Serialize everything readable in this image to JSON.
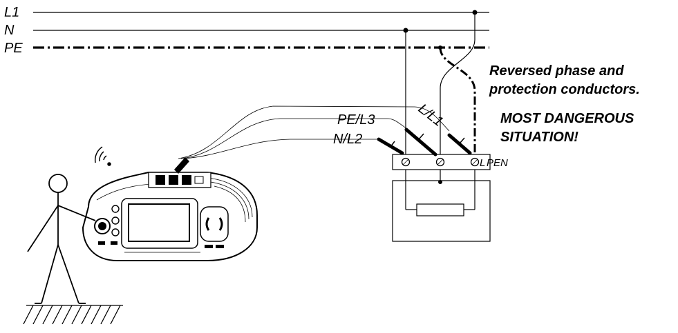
{
  "diagram": {
    "conductor_labels": {
      "l1": "L1",
      "n": "N",
      "pe": "PE"
    },
    "lead_labels": {
      "pe_l3": "PE/L3",
      "n_l2": "N/L2",
      "l_l1": "L/L1"
    },
    "terminal_labels": {
      "l": "L",
      "pen": "PEN"
    },
    "warning": {
      "line1": "Reversed phase and",
      "line2": "protection conductors.",
      "line3": "MOST DANGEROUS",
      "line4": "SITUATION!"
    }
  }
}
